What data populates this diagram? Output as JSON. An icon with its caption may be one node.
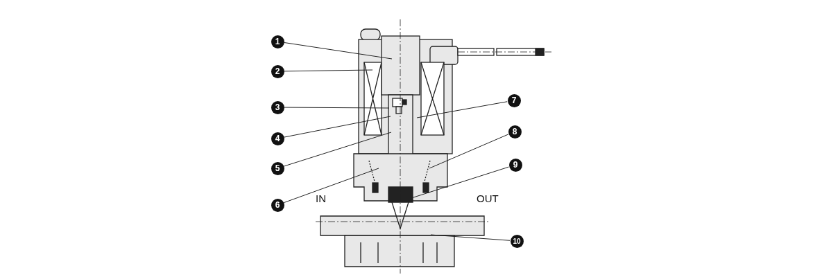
{
  "diagram": {
    "nodes": [
      {
        "text": [
          "1"
        ]
      },
      {
        "text": [
          "2"
        ]
      },
      {
        "text": [
          "3"
        ]
      },
      {
        "text": [
          "4"
        ]
      },
      {
        "text": [
          "5"
        ]
      },
      {
        "text": [
          "6"
        ]
      },
      {
        "text": [
          "7"
        ]
      },
      {
        "text": [
          "8"
        ]
      },
      {
        "text": [
          "9"
        ]
      },
      {
        "text": [
          "10"
        ]
      }
    ],
    "edges": [
      {
        "from": 0,
        "to": null,
        "arrow": "none"
      },
      {
        "from": 1,
        "to": null,
        "arrow": "none"
      },
      {
        "from": 2,
        "to": null,
        "arrow": "none"
      },
      {
        "from": 3,
        "to": null,
        "arrow": "none"
      },
      {
        "from": 4,
        "to": null,
        "arrow": "none"
      },
      {
        "from": 5,
        "to": null,
        "arrow": "none"
      },
      {
        "from": 6,
        "to": null,
        "arrow": "none"
      },
      {
        "from": 7,
        "to": null,
        "arrow": "none"
      },
      {
        "from": 8,
        "to": null,
        "arrow": "none"
      },
      {
        "from": 9,
        "to": null,
        "arrow": "none"
      }
    ],
    "labels": [
      "IN",
      "OUT"
    ]
  }
}
